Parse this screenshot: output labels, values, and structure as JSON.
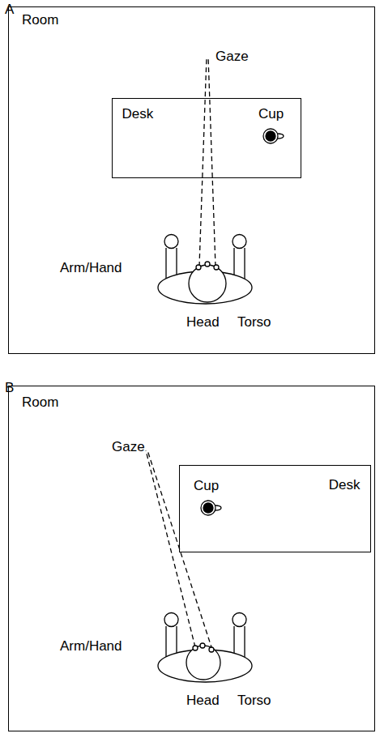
{
  "diagram": {
    "nodes": [
      {
        "text": [
          "Room"
        ]
      },
      {
        "text": [
          "Desk"
        ],
        "in": 0
      },
      {
        "text": [
          "Room"
        ]
      },
      {
        "text": [
          "Desk"
        ],
        "in": 2
      }
    ],
    "labels": [
      "A",
      "Gaze",
      "Cup",
      "Arm/Hand",
      "Head",
      "Torso",
      "B",
      "Gaze",
      "Cup",
      "Arm/Hand",
      "Head",
      "Torso"
    ]
  }
}
